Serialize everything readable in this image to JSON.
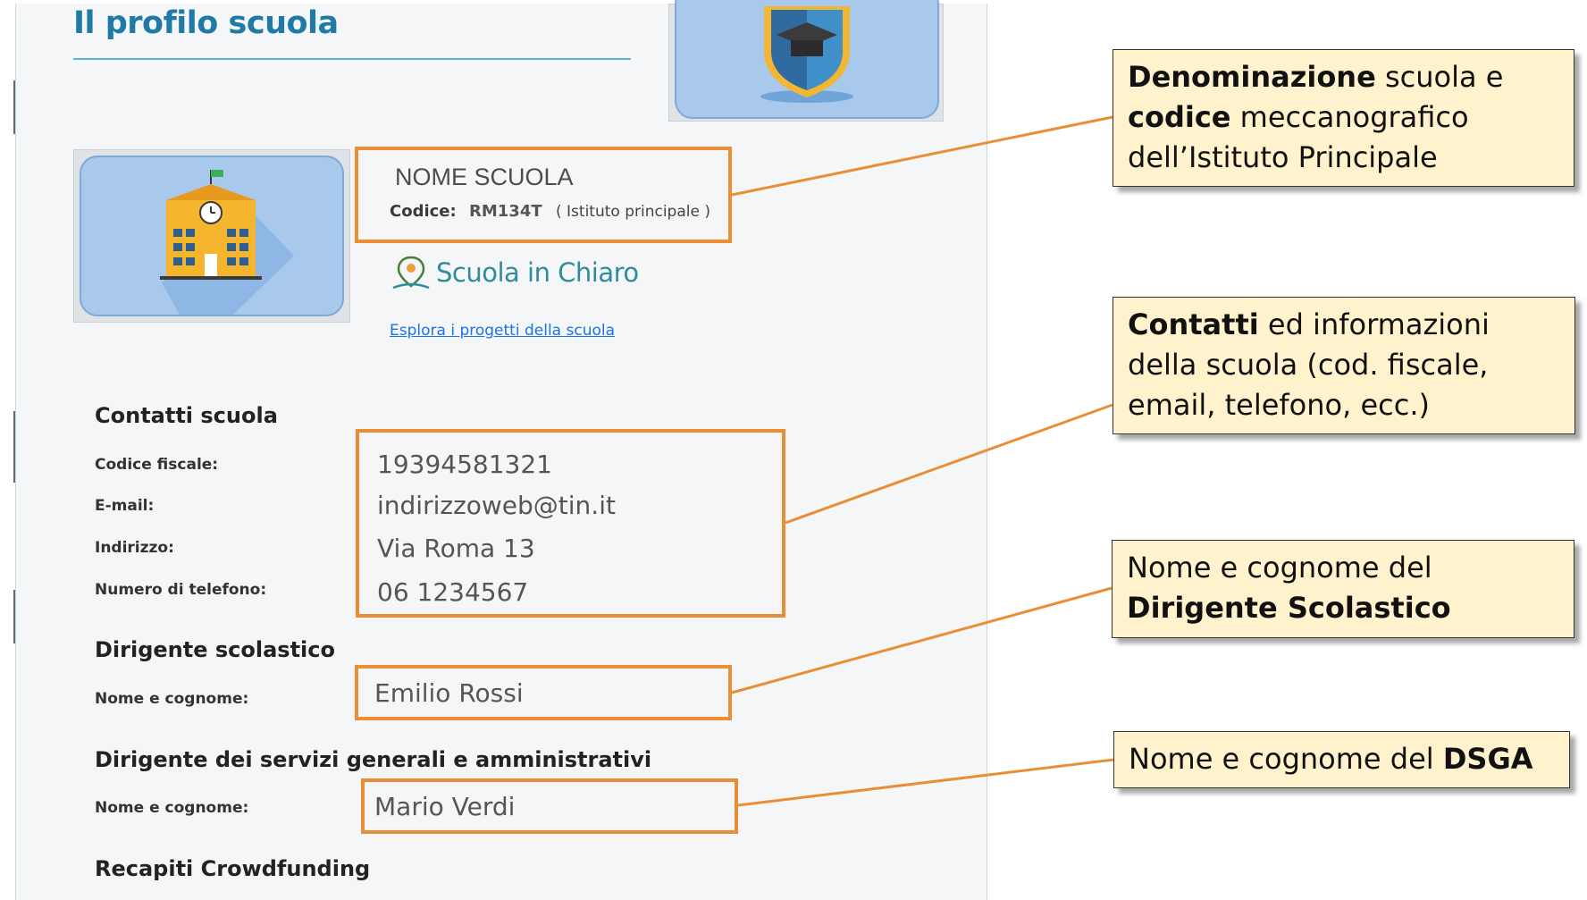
{
  "page": {
    "title": "Il profilo scuola"
  },
  "school": {
    "name": "NOME SCUOLA",
    "code_label": "Codice:",
    "code": "RM134T",
    "type": "( Istituto principale )"
  },
  "scuola_in_chiaro": {
    "logo_text": "Scuola in Chiaro",
    "link": "Esplora i progetti della scuola"
  },
  "contacts": {
    "heading": "Contatti scuola",
    "fields": [
      {
        "label": "Codice fiscale:",
        "value": "19394581321"
      },
      {
        "label": "E-mail:",
        "value": "indirizzoweb@tin.it"
      },
      {
        "label": "Indirizzo:",
        "value": "Via Roma 13"
      },
      {
        "label": "Numero di telefono:",
        "value": "06 1234567"
      }
    ]
  },
  "principal": {
    "heading": "Dirigente scolastico",
    "label": "Nome e cognome:",
    "value": "Emilio Rossi"
  },
  "dsga": {
    "heading": "Dirigente dei servizi generali e amministrativi",
    "label": "Nome e cognome:",
    "value": "Mario Verdi"
  },
  "crowdfunding": {
    "heading": "Recapiti Crowdfunding"
  },
  "callouts": {
    "c1": {
      "b1": "Denominazione",
      "t1": " scuola e ",
      "b2": "codice",
      "t2": " meccanografico dell’Istituto Principale"
    },
    "c2": {
      "b1": "Contatti",
      "t1": " ed informazioni della scuola (cod. fiscale, email, telefono, ecc.)"
    },
    "c3": {
      "t1": "Nome e cognome del ",
      "b1": "Dirigente Scolastico"
    },
    "c4": {
      "t1": "Nome e cognome del ",
      "b1": "DSGA"
    }
  },
  "colors": {
    "title": "#1f7aa8",
    "highlight_border": "#ea8e36",
    "callout_bg": "#fff2cc",
    "link": "#1a73e8",
    "image_bg": "#a8c8ec"
  },
  "icons": [
    "school-building-icon",
    "graduation-shield-icon",
    "map-pin-icon"
  ]
}
